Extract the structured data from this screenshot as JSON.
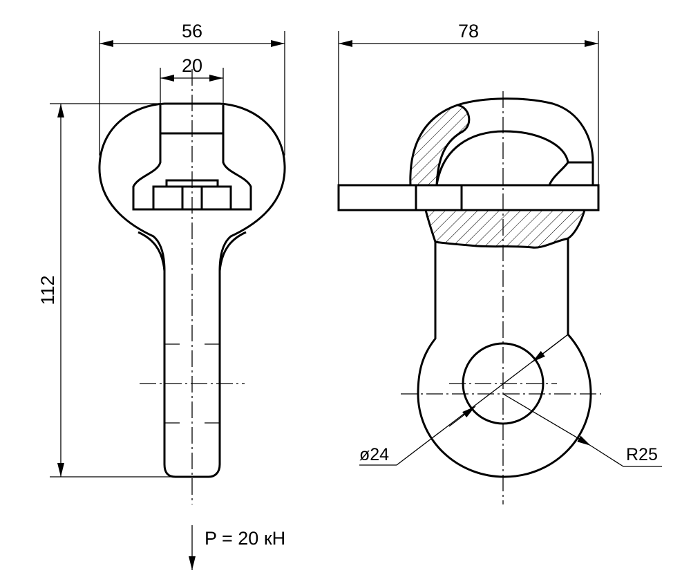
{
  "drawing": {
    "front_view": {
      "dim_overall_width": "56",
      "dim_slot_width": "20",
      "dim_height": "112"
    },
    "side_view": {
      "dim_overall_width": "78",
      "dim_hole_diameter": "ø24",
      "dim_outer_radius": "R25"
    },
    "load_label": "P = 20 кН"
  }
}
